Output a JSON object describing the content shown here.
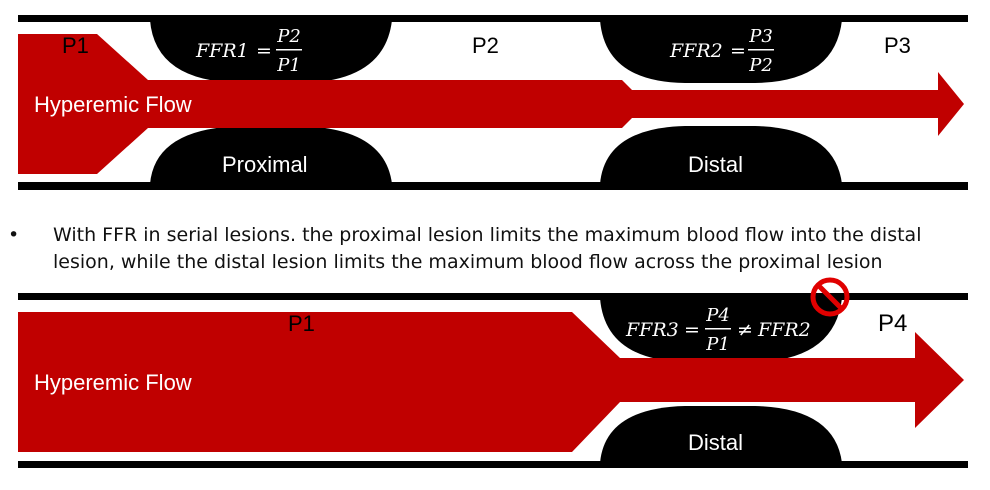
{
  "top_panel": {
    "pressure_labels": [
      "P1",
      "P2",
      "P3"
    ],
    "flow_label": "Hyperemic Flow",
    "lesion_labels": [
      "Proximal",
      "Distal"
    ],
    "ffr1": {
      "lhs": "FFR1",
      "numerator": "P2",
      "denominator": "P1"
    },
    "ffr2": {
      "lhs": "FFR2",
      "numerator": "P3",
      "denominator": "P2"
    }
  },
  "bullet": {
    "line1": "With FFR in serial lesions. the proximal lesion limits the maximum blood flow into the distal",
    "line2": "lesion, while the distal lesion limits the maximum blood flow across the proximal lesion"
  },
  "bottom_panel": {
    "pressure_labels": [
      "P1",
      "P4"
    ],
    "flow_label": "Hyperemic Flow",
    "lesion_labels": [
      "Distal"
    ],
    "ffr3": {
      "lhs": "FFR3",
      "numerator": "P4",
      "denominator": "P1",
      "relation": "≠",
      "rhs": "FFR2"
    },
    "no_symbol": "no-entry-icon"
  },
  "colors": {
    "flow": "#c00000",
    "lesion": "#000000",
    "wall": "#000000",
    "no_symbol": "#e00000"
  }
}
